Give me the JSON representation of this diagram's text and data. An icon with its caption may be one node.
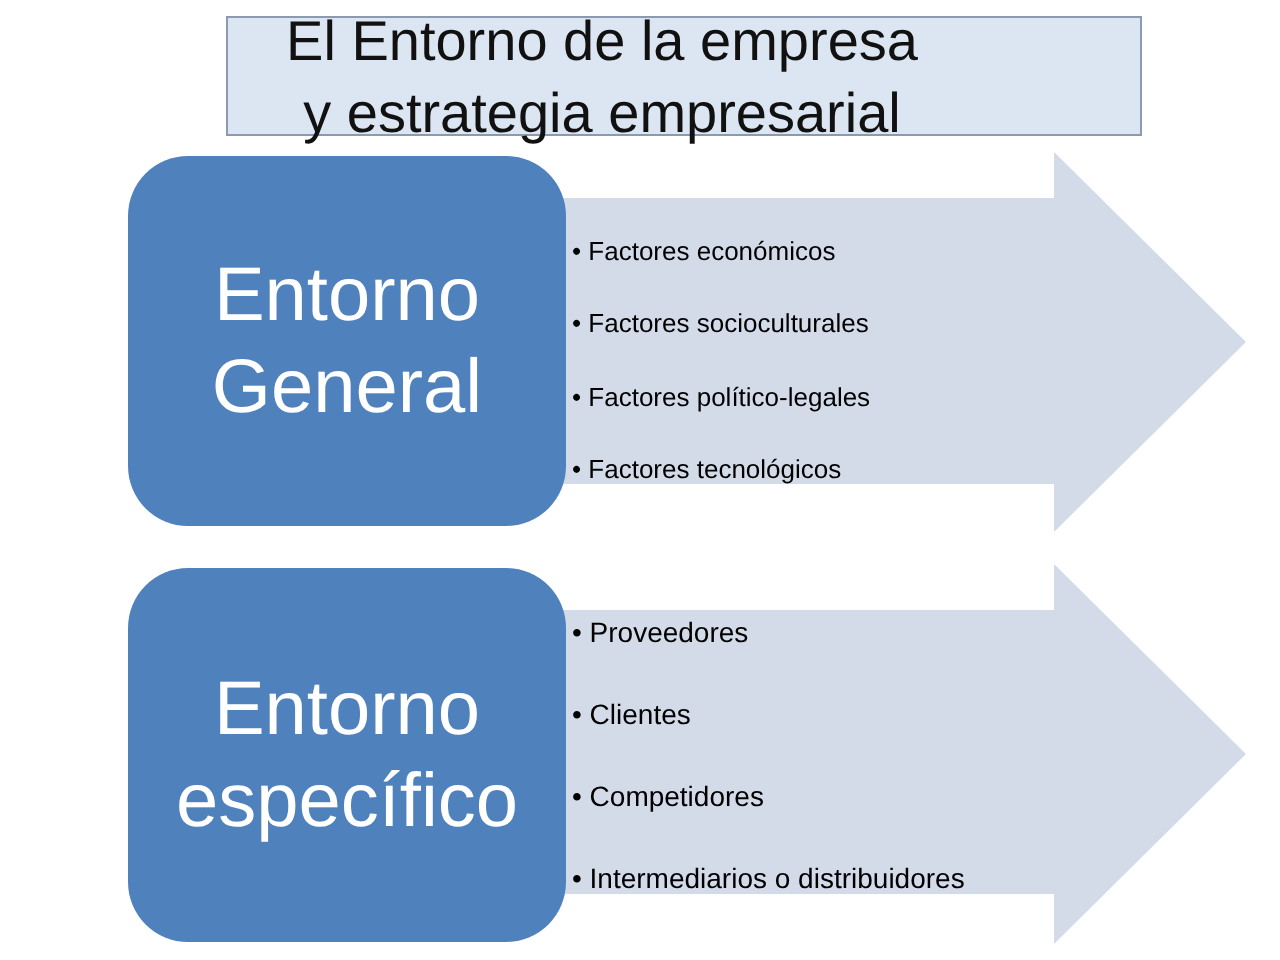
{
  "diagram": {
    "title": "El Entorno de la empresa y estrategia empresarial",
    "nodes": [
      {
        "text": [
          "Entorno General"
        ]
      },
      {
        "text": [
          "• Factores económicos",
          "• Factores socioculturales",
          "• Factores político-legales",
          "• Factores tecnológicos"
        ]
      },
      {
        "text": [
          "Entorno específico"
        ]
      },
      {
        "text": [
          "• Proveedores",
          "• Clientes",
          "• Competidores",
          "• Intermediarios o distribuidores"
        ]
      }
    ]
  }
}
